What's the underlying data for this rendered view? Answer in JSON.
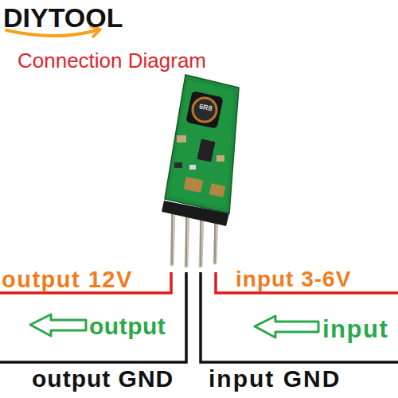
{
  "diagram": {
    "title": "Connection Diagram",
    "labels": [
      "DIYTOOL",
      "6R8",
      "output 12V",
      "input 3-6V",
      "output",
      "input",
      "output GND",
      "input GND"
    ]
  }
}
